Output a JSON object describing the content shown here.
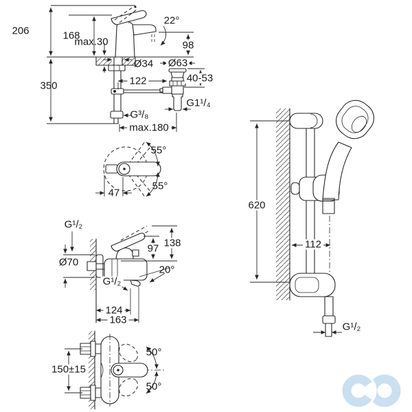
{
  "canvas": {
    "background": "#ffffff",
    "line_color": "#262626",
    "text_color": "#1a1a1a",
    "logo_color": "#c8e0f2"
  },
  "diagrams": {
    "basin_mixer_front": {
      "labels": {
        "total_height": "206",
        "handle_height": "168",
        "deck_thickness": "max.30",
        "spout_angle": "22°",
        "spout_height": "98",
        "shank_diameter": "Ø34",
        "waste_diameter": "Ø63",
        "waste_adjust_range": "40-53",
        "supply_length": "350",
        "popup_rod_offset": "122",
        "waste_thread": "G1¹/₄",
        "supply_thread": "G³/₈",
        "max_reach": "max.180"
      }
    },
    "basin_mixer_top": {
      "labels": {
        "swing_upper": "55°",
        "swing_lower": "55°",
        "lever_offset": "47"
      }
    },
    "bath_mixer_front": {
      "labels": {
        "wall_thread": "G¹/₂",
        "height_total": "138",
        "height_lever": "97",
        "escutcheon_diameter": "Ø70",
        "spout_angle": "20°",
        "outlet_thread": "G¹/₂",
        "spout_center_offset": "124",
        "spout_reach": "163"
      }
    },
    "bath_mixer_top": {
      "labels": {
        "connection_spacing": "150±15",
        "swing_upper": "50°",
        "swing_lower": "50°"
      }
    },
    "shower_rail": {
      "labels": {
        "rail_length": "620",
        "wall_offset": "112",
        "hose_thread": "G¹/₂"
      }
    }
  }
}
